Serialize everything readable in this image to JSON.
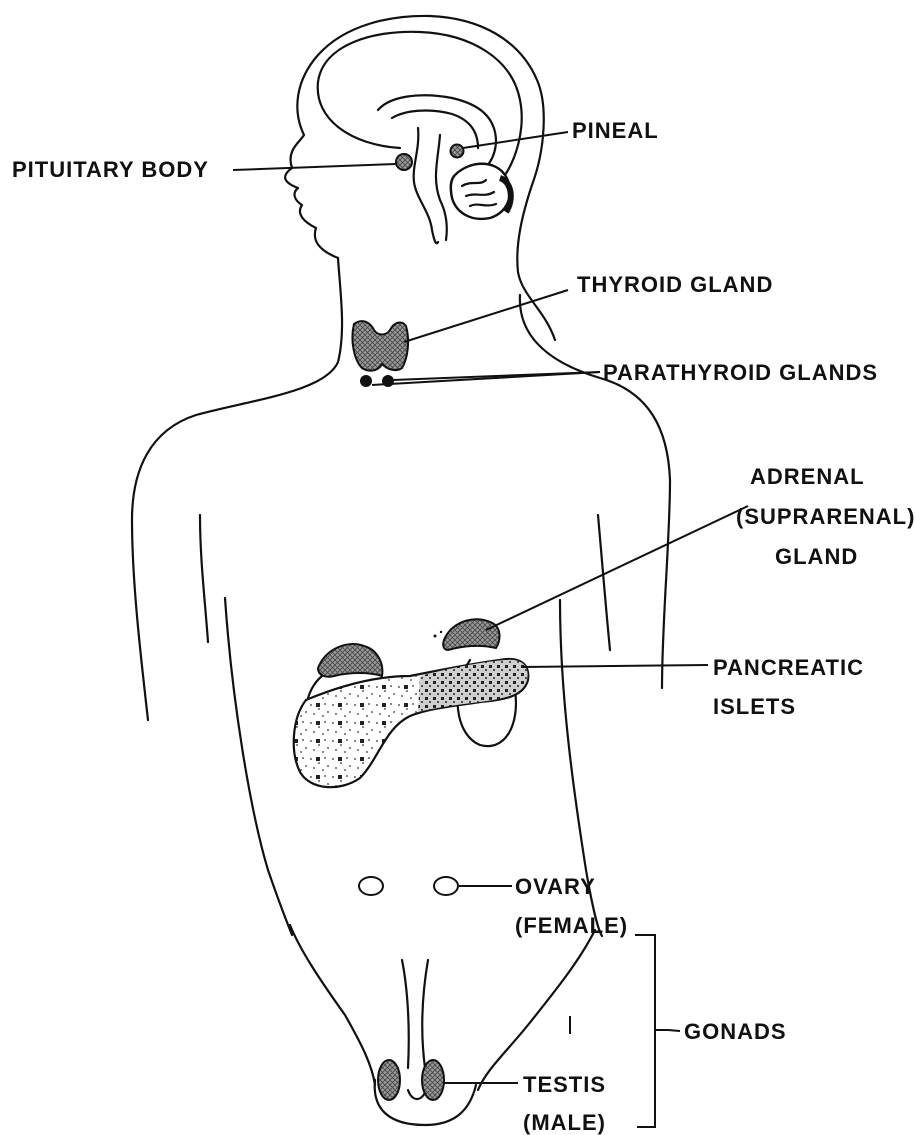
{
  "labels": {
    "pituitary": "PITUITARY BODY",
    "pineal": "PINEAL",
    "thyroid": "THYROID GLAND",
    "parathyroid": "PARATHYROID GLANDS",
    "adrenal_line1": "ADRENAL",
    "adrenal_line2": "(SUPRARENAL)",
    "adrenal_line3": "GLAND",
    "pancreas_line1": "PANCREATIC",
    "pancreas_line2": "ISLETS",
    "ovary_line1": "OVARY",
    "ovary_line2": "(FEMALE)",
    "gonads": "GONADS",
    "testis_line1": "TESTIS",
    "testis_line2": "(MALE)"
  },
  "colors": {
    "ink": "#111111",
    "paper": "#ffffff",
    "gland_shade": "#777777"
  }
}
